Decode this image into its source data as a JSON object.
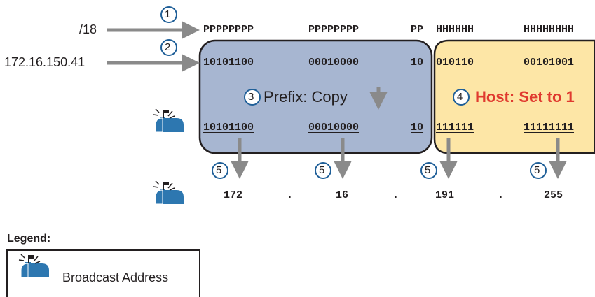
{
  "inputs": {
    "prefix_label": "/18",
    "ip_label": "172.16.150.41"
  },
  "rows": {
    "mask": {
      "o1": "PPPPPPPP",
      "o2": "PPPPPPPP",
      "o3p": "PP",
      "o3h": "HHHHHH",
      "o4": "HHHHHHHH"
    },
    "ip": {
      "o1": "10101100",
      "o2": "00010000",
      "o3p": "10",
      "o3h": "010110",
      "o4": "00101001"
    },
    "bcast": {
      "o1": "10101100",
      "o2": "00010000",
      "o3p": "10",
      "o3h": "111111",
      "o4": "11111111"
    }
  },
  "result": {
    "o1": "172",
    "o2": "16",
    "o3": "191",
    "o4": "255",
    "dot": "."
  },
  "steps": {
    "s1": "1",
    "s2": "2",
    "s3": "3",
    "s4": "4",
    "s5": "5",
    "prefix_text": "Prefix: Copy",
    "host_text": "Host: Set to 1"
  },
  "legend": {
    "title": "Legend:",
    "item_label": "Broadcast Address"
  },
  "colors": {
    "prefix_fill": "#a7b6d1",
    "host_fill": "#fde6a6",
    "arrow": "#8a8a8a",
    "step_ring": "#1f5f98",
    "host_text": "#e03a2f",
    "icon": "#2d77b0"
  },
  "icons": {
    "broadcast": "broadcast-mailbox-icon"
  }
}
